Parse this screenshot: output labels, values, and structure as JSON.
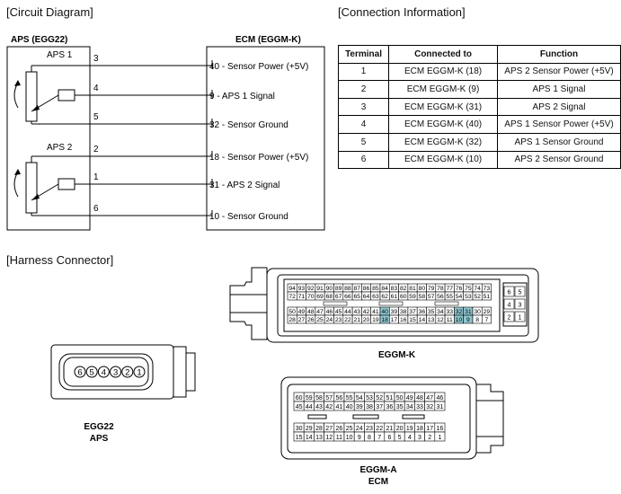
{
  "circuit": {
    "heading": "[Circuit Diagram]",
    "left_box_label": "APS (EGG22)",
    "right_box_label": "ECM (EGGM-K)",
    "sensors": [
      "APS 1",
      "APS 2"
    ],
    "wires": [
      {
        "terminal": "3",
        "ecm_pin": "40",
        "label": " - Sensor Power (+5V)"
      },
      {
        "terminal": "4",
        "ecm_pin": "9",
        "label": " - APS 1 Signal"
      },
      {
        "terminal": "5",
        "ecm_pin": "32",
        "label": " - Sensor Ground"
      },
      {
        "terminal": "2",
        "ecm_pin": "18",
        "label": " - Sensor Power (+5V)"
      },
      {
        "terminal": "1",
        "ecm_pin": "31",
        "label": " - APS 2 Signal"
      },
      {
        "terminal": "6",
        "ecm_pin": "10",
        "label": " - Sensor Ground"
      }
    ]
  },
  "connection": {
    "heading": "[Connection Information]",
    "headers": [
      "Terminal",
      "Connected to",
      "Function"
    ],
    "rows": [
      [
        "1",
        "ECM EGGM-K (18)",
        "APS 2 Sensor Power (+5V)"
      ],
      [
        "2",
        "ECM EGGM-K (9)",
        "APS 1 Signal"
      ],
      [
        "3",
        "ECM EGGM-K (31)",
        "APS 2 Signal"
      ],
      [
        "4",
        "ECM EGGM-K (40)",
        "APS 1 Sensor Power (+5V)"
      ],
      [
        "5",
        "ECM EGGM-K (32)",
        "APS 1 Sensor Ground"
      ],
      [
        "6",
        "ECM EGGM-K (10)",
        "APS 2 Sensor Ground"
      ]
    ]
  },
  "harness": {
    "heading": "[Harness Connector]",
    "egg22": {
      "name": "EGG22",
      "sub": "APS",
      "pins": [
        "6",
        "5",
        "4",
        "3",
        "2",
        "1"
      ]
    },
    "eggm_k": {
      "name": "EGGM-K",
      "rows": [
        [
          "94",
          "93",
          "92",
          "91",
          "90",
          "89",
          "88",
          "87",
          "86",
          "85",
          "84",
          "83",
          "82",
          "81",
          "80",
          "79",
          "78",
          "77",
          "76",
          "75",
          "74",
          "73"
        ],
        [
          "72",
          "71",
          "70",
          "69",
          "68",
          "67",
          "66",
          "65",
          "64",
          "63",
          "62",
          "61",
          "60",
          "59",
          "58",
          "57",
          "56",
          "55",
          "54",
          "53",
          "52",
          "51"
        ],
        [
          "50",
          "49",
          "48",
          "47",
          "46",
          "45",
          "44",
          "43",
          "42",
          "41",
          "40",
          "39",
          "38",
          "37",
          "36",
          "35",
          "34",
          "33",
          "32",
          "31",
          "30",
          "29"
        ],
        [
          "28",
          "27",
          "26",
          "25",
          "24",
          "23",
          "22",
          "21",
          "20",
          "19",
          "18",
          "17",
          "16",
          "15",
          "14",
          "13",
          "12",
          "11",
          "10",
          "9",
          "8",
          "7"
        ]
      ],
      "side_pins": [
        [
          "6",
          "5"
        ],
        [
          "4",
          "3"
        ],
        [
          "2",
          "1"
        ]
      ],
      "highlighted": [
        "40",
        "18",
        "32",
        "31",
        "10",
        "9"
      ],
      "highlight_color": "#8fc7cf"
    },
    "eggm_a": {
      "name": "EGGM-A",
      "sub": "ECM",
      "rows": [
        [
          "60",
          "59",
          "58",
          "57",
          "56",
          "55",
          "54",
          "53",
          "52",
          "51",
          "50",
          "49",
          "48",
          "47",
          "46"
        ],
        [
          "45",
          "44",
          "43",
          "42",
          "41",
          "40",
          "39",
          "38",
          "37",
          "36",
          "35",
          "34",
          "33",
          "32",
          "31"
        ],
        [
          "30",
          "29",
          "28",
          "27",
          "26",
          "25",
          "24",
          "23",
          "22",
          "21",
          "20",
          "19",
          "18",
          "17",
          "16"
        ],
        [
          "15",
          "14",
          "13",
          "12",
          "11",
          "10",
          "9",
          "8",
          "7",
          "6",
          "5",
          "4",
          "3",
          "2",
          "1"
        ]
      ]
    }
  }
}
